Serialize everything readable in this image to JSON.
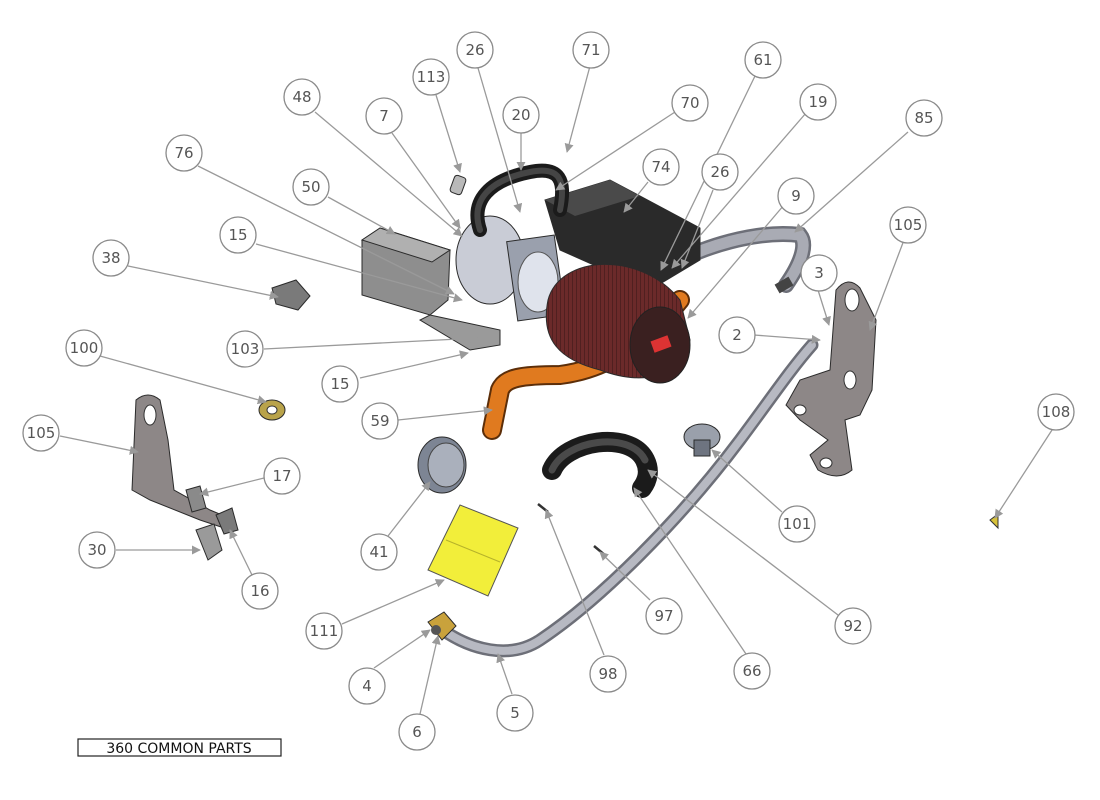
{
  "title": "360 COMMON PARTS",
  "balloons": [
    "26",
    "71",
    "113",
    "48",
    "20",
    "70",
    "61",
    "19",
    "7",
    "74",
    "85",
    "76",
    "50",
    "26",
    "9",
    "105",
    "15",
    "38",
    "3",
    "2",
    "103",
    "100",
    "15",
    "59",
    "108",
    "105",
    "17",
    "101",
    "41",
    "92",
    "30",
    "16",
    "97",
    "111",
    "66",
    "98",
    "4",
    "5",
    "6"
  ],
  "colors": {
    "hose_orange": "#e07a1f",
    "hose_gray": "#a9abb4",
    "hose_dark": "#2a2a2a",
    "filter_red": "#6b2a2a",
    "sticker_yellow": "#f2ee3a",
    "bracket_gray": "#8d8787",
    "metal_light": "#c9ccd6"
  }
}
